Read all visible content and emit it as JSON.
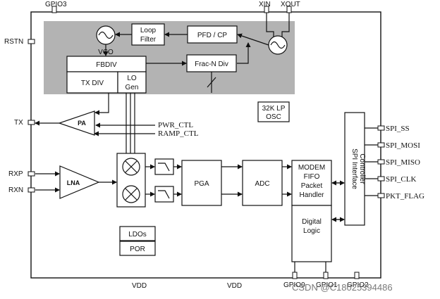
{
  "pins_top": {
    "gpio3": "GPIO3",
    "xin": "XIN",
    "xout": "XOUT"
  },
  "pins_left": {
    "rstn": "RSTN",
    "tx": "TX",
    "rxp": "RXP",
    "rxn": "RXN"
  },
  "pins_right": {
    "spi_ss": "SPI_SS",
    "spi_mosi": "SPI_MOSI",
    "spi_miso": "SPI_MISO",
    "spi_clk": "SPI_CLK",
    "pkt_flag": "PKT_FLAG"
  },
  "pins_bottom": {
    "vdd_left": "VDD",
    "vdd_right": "VDD",
    "gpio0": "GPIO0",
    "gpio1": "GPIO1",
    "gpio2": "GPIO2"
  },
  "blocks": {
    "loop_filter": [
      "Loop",
      "Filter"
    ],
    "pfd_cp": "PFD / CP",
    "vco": "VCO",
    "fbdiv": "FBDIV",
    "tx_div": "TX DIV",
    "lo_gen": [
      "LO",
      "Gen"
    ],
    "frac_n_div": "Frac-N Div",
    "lp_osc": [
      "32K LP",
      "OSC"
    ],
    "pa": "PA",
    "lna": "LNA",
    "pga": "PGA",
    "adc": "ADC",
    "modem": [
      "MODEM",
      "FIFO",
      "Packet",
      "Handler"
    ],
    "digital_logic": [
      "Digital",
      "Logic"
    ],
    "spi_controller": [
      "SPI Interface",
      "Controller"
    ],
    "ldos": "LDOs",
    "por": "POR"
  },
  "signals": {
    "pwr_ctl": "PWR_CTL",
    "ramp_ctl": "RAMP_CTL"
  },
  "watermark": "CSDN @C18025394486",
  "colors": {
    "pll_region": "#b3b3b3",
    "line": "#111111"
  }
}
